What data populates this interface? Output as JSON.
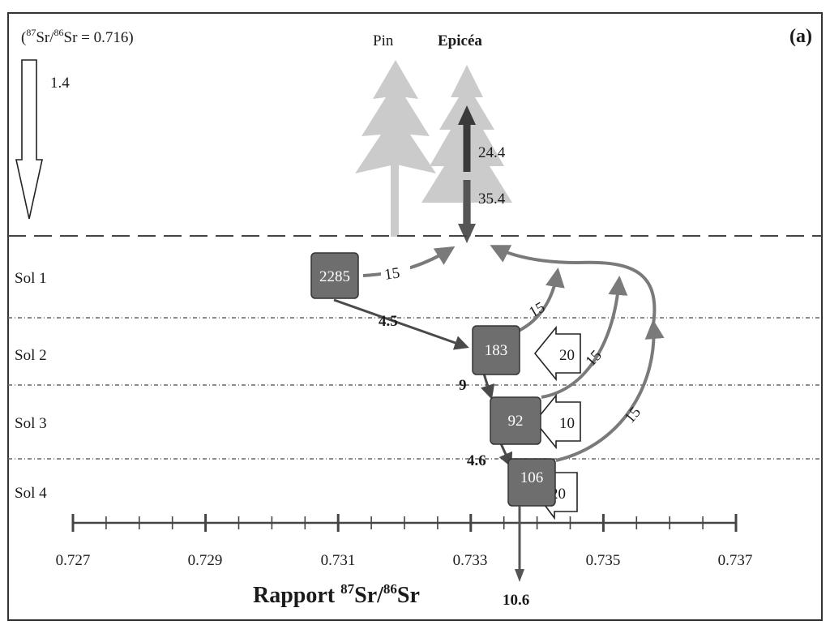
{
  "panel_label": "(a)",
  "atmosphere": {
    "ratio_pre": "(",
    "sup87": "87",
    "sr1": "Sr/",
    "sup86": "86",
    "ratio_post": "Sr = 0.716)",
    "input_flux": "1.4"
  },
  "trees": {
    "pin": "Pin",
    "epicea": "Epicéa"
  },
  "tree_fluxes": {
    "up": "24.4",
    "down": "35.4"
  },
  "soil_layers": [
    "Sol 1",
    "Sol 2",
    "Sol 3",
    "Sol 4"
  ],
  "pools": [
    {
      "layer": "Sol 1",
      "value": "2285",
      "ratio": 0.7311
    },
    {
      "layer": "Sol 2",
      "value": "183",
      "ratio": 0.7336
    },
    {
      "layer": "Sol 3",
      "value": "92",
      "ratio": 0.7339
    },
    {
      "layer": "Sol 4",
      "value": "106",
      "ratio": 0.7341
    }
  ],
  "uptake_fluxes": [
    "15",
    "15",
    "15",
    "15"
  ],
  "drainage_fluxes": [
    "4.5",
    "9",
    "4.6"
  ],
  "weathering_inputs": [
    "20",
    "10",
    "20"
  ],
  "output_flux": "10.6",
  "axis": {
    "title_main": "Rapport ",
    "sup87": "87",
    "sr1": "Sr/",
    "sup86": "86",
    "sr2": "Sr",
    "ticks": [
      "0.727",
      "0.729",
      "0.731",
      "0.733",
      "0.735",
      "0.737"
    ],
    "range": [
      0.727,
      0.737
    ]
  },
  "colors": {
    "box": "#6e6e6e",
    "arrow": "#7a7a7a",
    "tree": "#c8c8c8",
    "border": "#333333"
  }
}
